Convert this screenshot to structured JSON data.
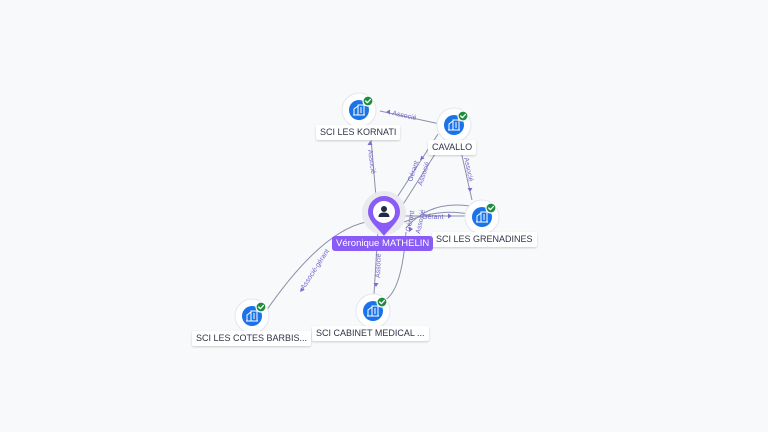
{
  "graph": {
    "person": {
      "name": "Véronique MATHELIN",
      "icon": "person-icon"
    },
    "companies": [
      {
        "id": "kornati",
        "name": "SCI LES KORNATI",
        "icon": "building-icon",
        "status": "check-icon"
      },
      {
        "id": "cavallo",
        "name": "CAVALLO",
        "icon": "building-icon",
        "status": "check-icon"
      },
      {
        "id": "grenadines",
        "name": "SCI LES GRENADINES",
        "icon": "building-icon",
        "status": "check-icon"
      },
      {
        "id": "cabinet",
        "name": "SCI CABINET MEDICAL ...",
        "icon": "building-icon",
        "status": "check-icon"
      },
      {
        "id": "cotes",
        "name": "SCI LES COTES BARBIS...",
        "icon": "building-icon",
        "status": "check-icon"
      }
    ],
    "edges": [
      {
        "id": "e1",
        "label": "Associé"
      },
      {
        "id": "e2",
        "label": "Associé"
      },
      {
        "id": "e3",
        "label": "Gérant"
      },
      {
        "id": "e4",
        "label": "Associé"
      },
      {
        "id": "e5",
        "label": "Associé"
      },
      {
        "id": "e6",
        "label": "Gérant"
      },
      {
        "id": "e7",
        "label": "Gérant"
      },
      {
        "id": "e8",
        "label": "Associé"
      },
      {
        "id": "e9",
        "label": "Associé"
      },
      {
        "id": "e10",
        "label": "Associé-gérant"
      }
    ],
    "colors": {
      "person": "#8a5cf6",
      "company": "#1a73e8",
      "status_ok": "#1e8e3e",
      "edge_label": "#7367cf"
    }
  }
}
